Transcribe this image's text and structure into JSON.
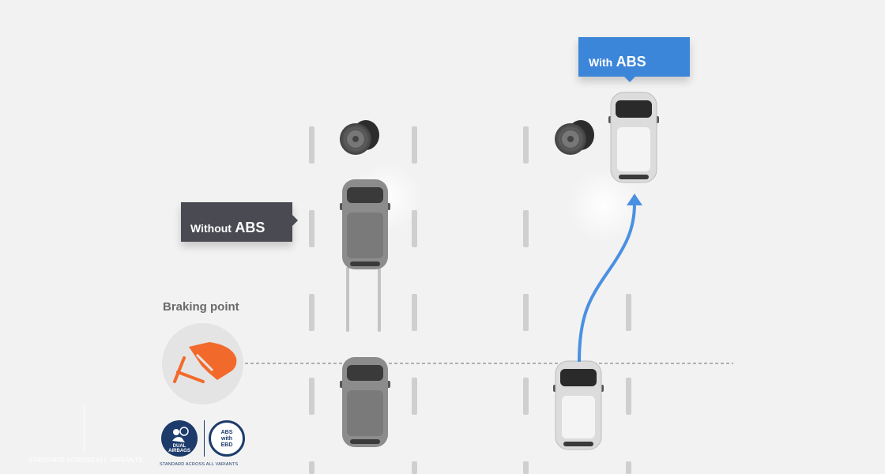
{
  "labels": {
    "without_abs_prefix": "Without",
    "without_abs_suffix": "ABS",
    "with_abs_prefix": "With",
    "with_abs_suffix": "ABS",
    "braking_point": "Braking point"
  },
  "badges": {
    "airbags": [
      "DUAL",
      "AIRBAGS"
    ],
    "abs": [
      "ABS",
      "with",
      "EBD"
    ],
    "caption": "STANDARD ACROSS ALL VARIANTS"
  },
  "ghost_caption": "STANDARD ACROSS ALL VARIANTS",
  "colors": {
    "background": "#f2f2f2",
    "tag_dark": "#4a4b52",
    "tag_blue": "#3c86d9",
    "path_blue": "#4a90e2",
    "brake_orange": "#f26a2b",
    "badge_navy": "#1d3b6b",
    "car_body": "#dcdcdc",
    "car_dark": "#7a7a7a"
  },
  "icons": [
    "brake-pedal-icon",
    "airbag-icon",
    "obstacle-icon",
    "car-icon",
    "arrow-icon"
  ]
}
